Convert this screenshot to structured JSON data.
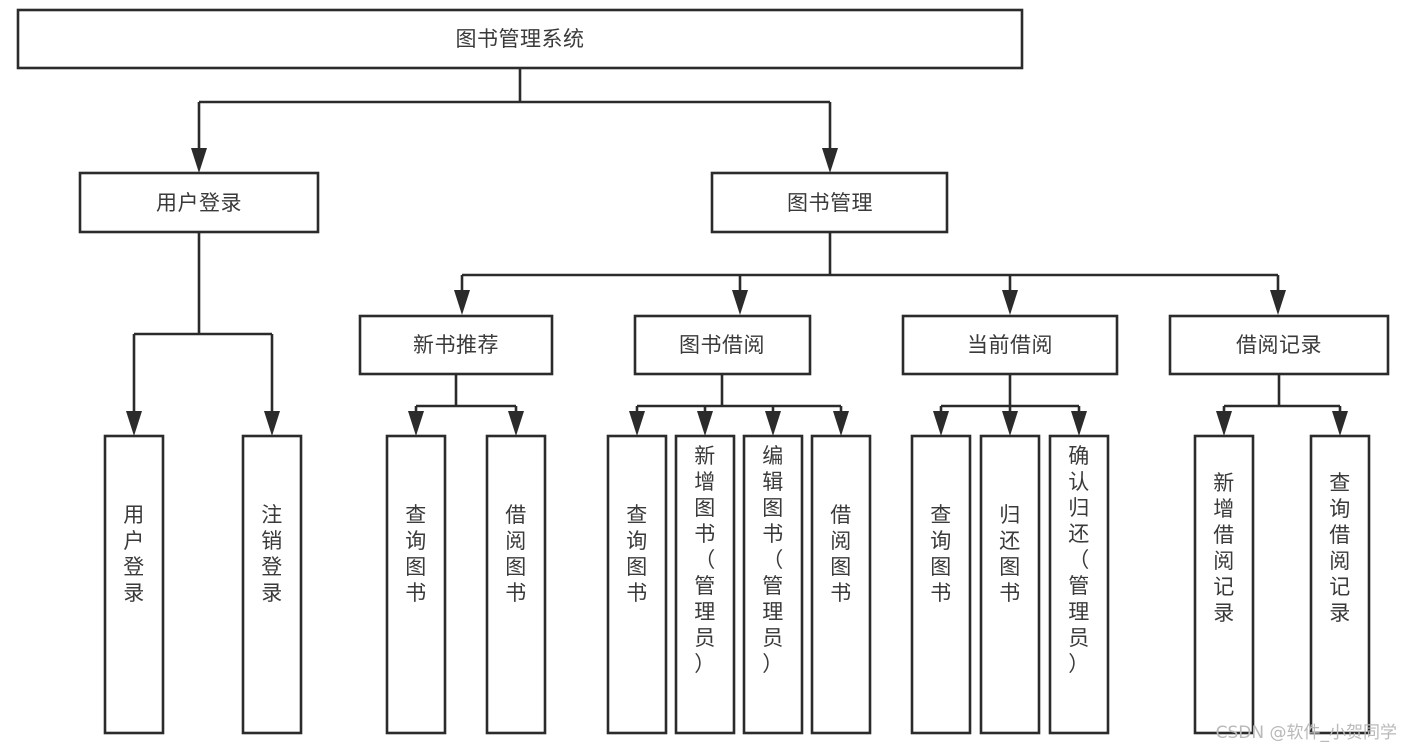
{
  "diagram": {
    "title": "图书管理系统",
    "type": "hierarchy-tree",
    "root": {
      "id": "root",
      "label": "图书管理系统",
      "orientation": "horizontal"
    },
    "level2": [
      {
        "id": "user-login",
        "label": "用户登录",
        "orientation": "horizontal"
      },
      {
        "id": "book-manage",
        "label": "图书管理",
        "orientation": "horizontal"
      }
    ],
    "level3": [
      {
        "id": "new-book-recommend",
        "label": "新书推荐",
        "orientation": "horizontal",
        "parent": "book-manage"
      },
      {
        "id": "book-borrow",
        "label": "图书借阅",
        "orientation": "horizontal",
        "parent": "book-manage"
      },
      {
        "id": "current-borrow",
        "label": "当前借阅",
        "orientation": "horizontal",
        "parent": "book-manage"
      },
      {
        "id": "borrow-record",
        "label": "借阅记录",
        "orientation": "horizontal",
        "parent": "book-manage"
      }
    ],
    "leaves": [
      {
        "id": "leaf-user-login",
        "label": "用户登录",
        "orientation": "vertical",
        "parent": "user-login"
      },
      {
        "id": "leaf-logout",
        "label": "注销登录",
        "orientation": "vertical",
        "parent": "user-login"
      },
      {
        "id": "leaf-query-book-1",
        "label": "查询图书",
        "orientation": "vertical",
        "parent": "new-book-recommend"
      },
      {
        "id": "leaf-borrow-book-1",
        "label": "借阅图书",
        "orientation": "vertical",
        "parent": "new-book-recommend"
      },
      {
        "id": "leaf-query-book-2",
        "label": "查询图书",
        "orientation": "vertical",
        "parent": "book-borrow"
      },
      {
        "id": "leaf-add-book",
        "label": "新增图书（管理员）",
        "orientation": "vertical",
        "parent": "book-borrow"
      },
      {
        "id": "leaf-edit-book",
        "label": "编辑图书（管理员）",
        "orientation": "vertical",
        "parent": "book-borrow"
      },
      {
        "id": "leaf-borrow-book-2",
        "label": "借阅图书",
        "orientation": "vertical",
        "parent": "book-borrow"
      },
      {
        "id": "leaf-query-book-3",
        "label": "查询图书",
        "orientation": "vertical",
        "parent": "current-borrow"
      },
      {
        "id": "leaf-return-book",
        "label": "归还图书",
        "orientation": "vertical",
        "parent": "current-borrow"
      },
      {
        "id": "leaf-confirm-return",
        "label": "确认归还（管理员）",
        "orientation": "vertical",
        "parent": "current-borrow"
      },
      {
        "id": "leaf-add-record",
        "label": "新增借阅记录",
        "orientation": "vertical",
        "parent": "borrow-record"
      },
      {
        "id": "leaf-query-record",
        "label": "查询借阅记录",
        "orientation": "vertical",
        "parent": "borrow-record"
      }
    ],
    "colors": {
      "background": "#ffffff",
      "box_fill": "#ffffff",
      "box_stroke": "#2b2b2b",
      "text": "#3a3a3a",
      "watermark": "#b9b9b9"
    }
  },
  "watermark": {
    "text": "CSDN @软件_小贺同学"
  }
}
